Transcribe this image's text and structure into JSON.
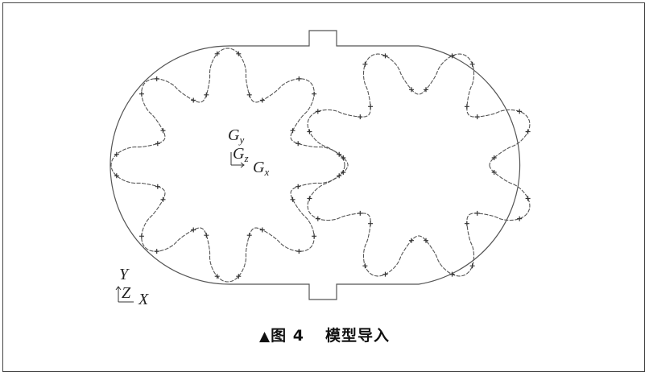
{
  "caption": {
    "marker": "▲",
    "figure": "图 4",
    "title": "模型导入"
  },
  "gear_frame": {
    "G_main": "G",
    "sub_y": "y",
    "sub_z": "z",
    "sub_x": "x"
  },
  "global_frame": {
    "y": "Y",
    "z": "Z",
    "x": "X"
  },
  "colors": {
    "line": "#555555",
    "text": "#222222"
  }
}
